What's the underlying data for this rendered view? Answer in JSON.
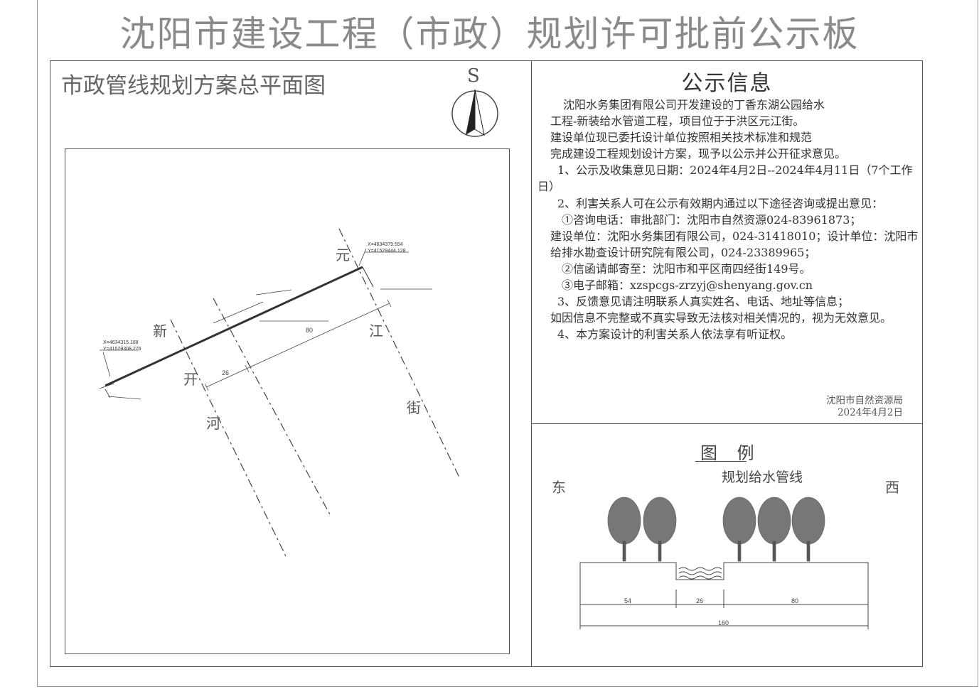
{
  "header": {
    "title": "沈阳市建设工程（市政）规划许可批前公示板"
  },
  "plan": {
    "title": "市政管线规划方案总平面图",
    "north_label": "S",
    "roads": [
      "元",
      "江",
      "街",
      "新",
      "开",
      "河"
    ],
    "coord_ne": {
      "x": "X=4634379.554",
      "y": "Y=41529444.128"
    },
    "coord_sw": {
      "x": "X=4634315.188",
      "y": "Y=41529308.276"
    },
    "dims": {
      "d80": "80",
      "d26": "26"
    }
  },
  "info": {
    "title": "公示信息",
    "lines": [
      "沈阳水务集团有限公司开发建设的丁香东湖公园给水",
      "工程-新装给水管道工程，项目位于于洪区元江街。",
      "建设单位现已委托设计单位按照相关技术标准和规范",
      "完成建设工程规划设计方案，现予以公示并公开征求意见。",
      "1、公示及收集意见日期：2024年4月2日--2024年4月11日（7个工作日）",
      "2、利害关系人可在公示有效期内通过以下途径咨询或提出意见：",
      "①咨询电话：审批部门：沈阳市自然资源024-83961873；",
      "建设单位：沈阳水务集团有限公司，024-31418010；设计单位：沈阳市",
      "给排水勘查设计研究院有限公司，024-23389965；",
      "②信函请邮寄至：沈阳市和平区南四经街149号。",
      "③电子邮箱：xzspcgs-zrzyj@shenyang.gov.cn",
      "3、反馈意见请注明联系人真实姓名、电话、地址等信息；",
      "如因信息不完整或不真实导致无法核对相关情况的，视为无效意见。",
      "4、本方案设计的利害关系人依法享有听证权。"
    ],
    "signer": "沈阳市自然资源局",
    "date": "2024年4月2日"
  },
  "legend": {
    "title": "图 例",
    "subtitle": "规划给水管线",
    "east": "东",
    "west": "西",
    "dims": {
      "left": "54",
      "middle": "26",
      "right": "80",
      "total": "160"
    }
  },
  "colors": {
    "line": "#555555",
    "text": "#333333",
    "title": "#8a8a8a"
  }
}
